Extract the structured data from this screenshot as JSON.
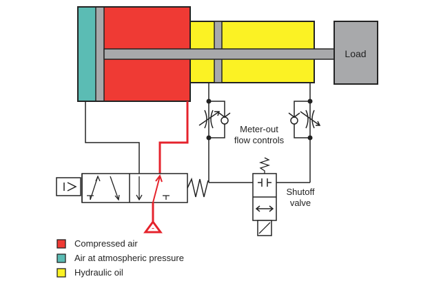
{
  "colors": {
    "compressed_air": "#ef3a34",
    "atmospheric_air": "#5bbcb4",
    "hydraulic_oil": "#fbf224",
    "rod_gray": "#a8a9ab",
    "line_black": "#222222",
    "red_line": "#e5232c"
  },
  "load_label": "Load",
  "meter_out": {
    "line1": "Meter-out",
    "line2": "flow controls"
  },
  "shutoff": {
    "line1": "Shutoff",
    "line2": "valve"
  },
  "legend": [
    {
      "label": "Compressed air",
      "color_key": "compressed_air"
    },
    {
      "label": "Air at atmospheric pressure",
      "color_key": "atmospheric_air"
    },
    {
      "label": "Hydraulic oil",
      "color_key": "hydraulic_oil"
    }
  ]
}
